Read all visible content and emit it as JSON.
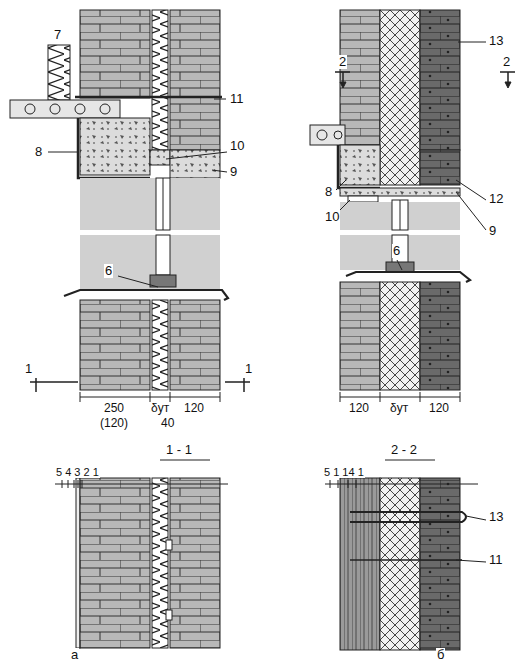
{
  "diagram": {
    "labels": [
      "7",
      "11",
      "8",
      "10",
      "9",
      "6",
      "1",
      "1",
      "250",
      "(120)",
      "δут",
      "40",
      "120",
      "1 - 1",
      "5 4 3 2 1",
      "а",
      "13",
      "2",
      "2",
      "8",
      "12",
      "10",
      "9",
      "6",
      "120",
      "δут",
      "120",
      "2 - 2",
      "5 1 14 1",
      "13",
      "11",
      "б"
    ]
  }
}
